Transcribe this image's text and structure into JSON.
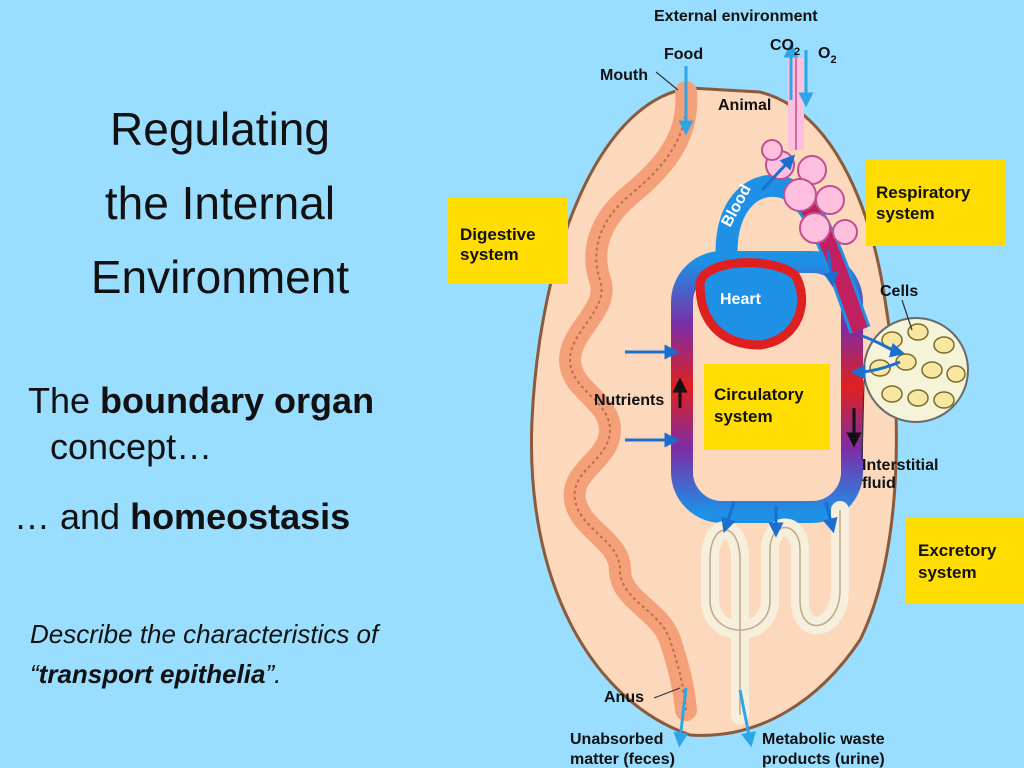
{
  "slide": {
    "title_lines": [
      "Regulating",
      "the Internal",
      "Environment"
    ],
    "bullet1_prefix": "The ",
    "bullet1_bold": "boundary organ",
    "bullet1_suffix": "concept…",
    "bullet2_prefix": "… and ",
    "bullet2_bold": "homeostasis",
    "task_line1": "Describe the characteristics of",
    "task_open_quote": "“",
    "task_bold": "transport epithelia",
    "task_close": "”."
  },
  "diagram": {
    "external_environment": "External environment",
    "food": "Food",
    "mouth": "Mouth",
    "co2": "CO",
    "co2_sub": "2",
    "o2": "O",
    "o2_sub": "2",
    "animal": "Animal",
    "blood": "Blood",
    "heart": "Heart",
    "cells": "Cells",
    "nutrients": "Nutrients",
    "interstitial_fluid_1": "Interstitial",
    "interstitial_fluid_2": "fluid",
    "anus": "Anus",
    "unabsorbed_1": "Unabsorbed",
    "unabsorbed_2": "matter (feces)",
    "metabolic_1": "Metabolic waste",
    "metabolic_2": "products (urine)",
    "boxes": {
      "digestive_1": "Digestive",
      "digestive_2": "system",
      "respiratory_1": "Respiratory",
      "respiratory_2": "system",
      "circulatory_1": "Circulatory",
      "circulatory_2": "system",
      "excretory_1": "Excretory",
      "excretory_2": "system"
    },
    "colors": {
      "background": "#99ddff",
      "animal_body": "#fcd9bd",
      "label_box": "#ffdd00",
      "blood_blue": "#1e90e6",
      "blood_red": "#e02020",
      "gut": "#f4a17a",
      "kidney": "#f6efdc"
    }
  }
}
